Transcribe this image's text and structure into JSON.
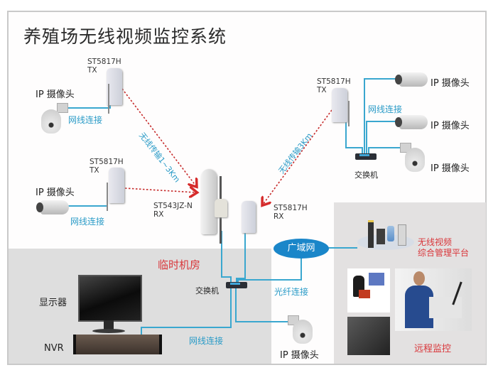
{
  "title": "养殖场无线视频监控系统",
  "colors": {
    "wire": "#3aa7cf",
    "wireless_link": "#c62a2a",
    "accent_red": "#d9363a",
    "wan_bubble": "#1a86c9",
    "panel_gray": "#dedede"
  },
  "left_top": {
    "camera_label": "IP 摄像头",
    "ap_model": "ST5817H\nTX",
    "cable_label": "网线连接",
    "link_label": "无线传输1~3Km"
  },
  "left_mid": {
    "camera_label": "IP 摄像头",
    "ap_model": "ST5817H\nTX",
    "cable_label": "网线连接"
  },
  "center": {
    "sector_model": "ST543JZ-N\nRX",
    "rx_model": "ST5817H\nRX"
  },
  "right_top": {
    "ap_model": "ST5817H\nTX",
    "link_label": "无线传输3Km",
    "cable_label": "网线连接",
    "switch_label": "交换机",
    "cameras": [
      "IP 摄像头",
      "IP 摄像头",
      "IP 摄像头"
    ]
  },
  "room": {
    "title": "临时机房",
    "switch_label": "交换机",
    "monitor_label": "显示器",
    "nvr_label": "NVR",
    "cable_label": "网线连接",
    "fiber_label": "光纤连接",
    "camera_label": "IP 摄像头"
  },
  "wan": {
    "label": "广域网"
  },
  "remote": {
    "platform_line1": "无线视频",
    "platform_line2": "综合管理平台",
    "monitoring_label": "远程监控"
  },
  "icons": [
    "ip-camera-dome-icon",
    "ip-camera-bullet-icon",
    "wireless-ap-icon",
    "sector-antenna-icon",
    "network-switch-icon",
    "monitor-icon",
    "nvr-icon",
    "server-cluster-icon",
    "remote-user-photo-icon",
    "smartphone-photo-icon",
    "laptop-user-photo-icon"
  ]
}
